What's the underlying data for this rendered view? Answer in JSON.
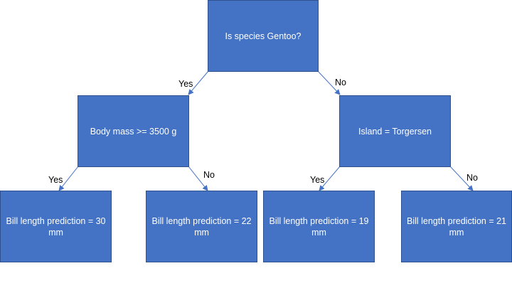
{
  "colors": {
    "node_fill": "#4472c4",
    "node_border": "#2f528f",
    "node_text": "#ffffff",
    "edge": "#4472c4",
    "label": "#000000"
  },
  "nodes": {
    "root": "Is species Gentoo?",
    "left": "Body mass >= 3500 g",
    "right": "Island = Torgersen",
    "leaf1": "Bill length prediction = 30 mm",
    "leaf2": "Bill length prediction = 22 mm",
    "leaf3": "Bill length prediction = 19 mm",
    "leaf4": "Bill length prediction = 21 mm"
  },
  "edges": {
    "root_left": "Yes",
    "root_right": "No",
    "left_leaf1": "Yes",
    "left_leaf2": "No",
    "right_leaf3": "Yes",
    "right_leaf4": "No"
  }
}
